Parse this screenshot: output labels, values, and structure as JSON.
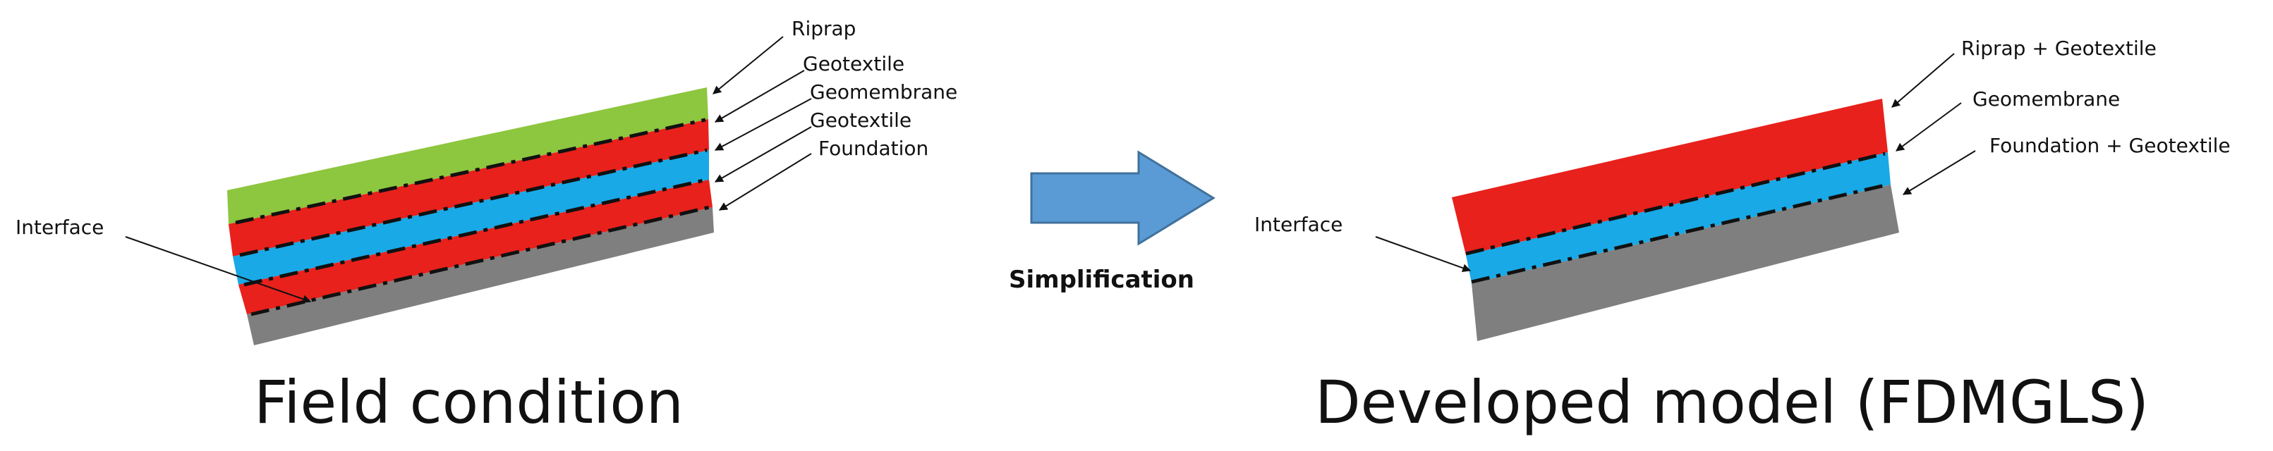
{
  "field": {
    "layers": {
      "riprap": "Riprap",
      "geotextile_top": "Geotextile",
      "geomembrane": "Geomembrane",
      "geotextile_bottom": "Geotextile",
      "foundation": "Foundation"
    },
    "interface_label": "Interface",
    "caption": "Field condition"
  },
  "arrow_label": "Simplification",
  "model": {
    "layers": {
      "riprap_geotextile": "Riprap + Geotextile",
      "geomembrane": "Geomembrane",
      "foundation_geotextile": "Foundation + Geotextile"
    },
    "interface_label": "Interface",
    "caption": "Developed model (FDMGLS)"
  },
  "colors": {
    "riprap": "#8DC63F",
    "geotextile": "#E8211C",
    "geomembrane": "#19A9E6",
    "foundation": "#7F7F7F",
    "arrow_fill": "#5B9BD5",
    "arrow_stroke": "#41719C"
  }
}
